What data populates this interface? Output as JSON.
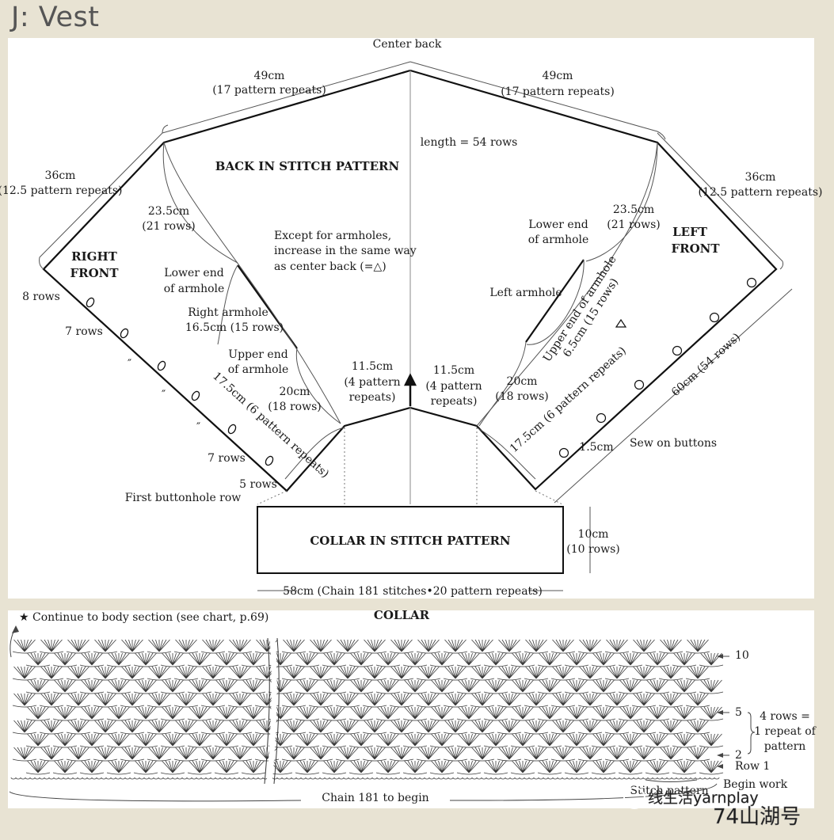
{
  "page": {
    "title": "J: Vest"
  },
  "schematic": {
    "center_back": "Center back",
    "back_label": "BACK IN STITCH PATTERN",
    "length": "length = 54 rows",
    "right_front": [
      "RIGHT",
      "FRONT"
    ],
    "left_front": [
      "LEFT",
      "FRONT"
    ],
    "shoulder_left": [
      "49cm",
      "(17 pattern repeats)"
    ],
    "shoulder_right": [
      "49cm",
      "(17 pattern repeats)"
    ],
    "side_left": [
      "36cm",
      "(12.5 pattern repeats)"
    ],
    "side_right": [
      "36cm",
      "(12.5 pattern repeats)"
    ],
    "armhole_note": [
      "Except for armholes,",
      "increase in the same way",
      "as center back (=△)"
    ],
    "left_23": [
      "23.5cm",
      "(21 rows)"
    ],
    "right_23": [
      "23.5cm",
      "(21 rows)"
    ],
    "lower_end_l": [
      "Lower end",
      "of armhole"
    ],
    "lower_end_r": [
      "Lower end",
      "of armhole"
    ],
    "right_armhole": [
      "Right armhole",
      "16.5cm (15 rows)"
    ],
    "upper_end_l": [
      "Upper end",
      "of armhole"
    ],
    "left_armhole": "Left armhole",
    "upper_end_r": [
      "Upper end of armhole",
      "6.5cm (15 rows)"
    ],
    "neck_left": [
      "11.5cm",
      "(4 pattern",
      "repeats)"
    ],
    "neck_right": [
      "11.5cm",
      "(4 pattern",
      "repeats)"
    ],
    "twenty_l": [
      "20cm",
      "(18 rows)"
    ],
    "twenty_r": [
      "20cm",
      "(18 rows)"
    ],
    "front_edge_l": "17.5cm (6 pattern repeats)",
    "front_edge_r": "17.5cm (6 pattern repeats)",
    "rows_8": "8 rows",
    "rows_7a": "7 rows",
    "rows_7b": "7 rows",
    "rows_5": "5 rows",
    "ditto": "″",
    "first_buttonhole": "First buttonhole row",
    "front_len": "60cm (54 rows)",
    "btn_gap": "1.5cm",
    "sew_buttons": "Sew on buttons",
    "collar_label": "COLLAR IN STITCH PATTERN",
    "collar_h": [
      "10cm",
      "(10 rows)"
    ],
    "collar_w": "58cm (Chain 181 stitches•20 pattern repeats)"
  },
  "chart": {
    "star_note": "★ Continue to body section (see chart, p.69)",
    "title": "COLLAR",
    "row_10": "10",
    "row_5": "5",
    "row_2": "2",
    "row_1": "Row 1",
    "repeat_note": [
      "4 rows =",
      "1 repeat of",
      "pattern"
    ],
    "begin_work": "Begin work",
    "stitch_pattern": "Stitch pattern",
    "chain_begin": "Chain 181 to begin"
  },
  "watermark": {
    "text": "线生活yarnplay",
    "site": "74山湖号"
  }
}
